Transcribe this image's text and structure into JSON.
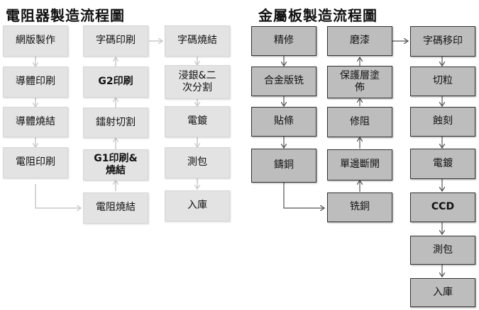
{
  "left_chart": {
    "title": "電阻器製造流程圖",
    "steps": {
      "n1": "網版製作",
      "n2": "導體印刷",
      "n3": "導體燒結",
      "n4": "電阻印刷",
      "n5": "電阻燒結",
      "n6": "G1印刷&\n燒結",
      "n7": "鐳射切割",
      "n8": "G2印刷",
      "n9": "字碼印刷",
      "n10": "字碼燒結",
      "n11": "浸銀&二\n次分割",
      "n12": "電鍍",
      "n13": "測包",
      "n14": "入庫"
    }
  },
  "right_chart": {
    "title": "金屬板製造流程圖",
    "steps": {
      "m1": "精修",
      "m2": "合金版铣",
      "m3": "貼條",
      "m4": "鑄銅",
      "m5": "铣銅",
      "m6": "單邊斷開",
      "m7": "修阻",
      "m8": "保護層塗\n佈",
      "m9": "磨漆",
      "m10": "字碼移印",
      "m11": "切粒",
      "m12": "蝕刻",
      "m13": "電鍍",
      "m14": "CCD",
      "m15": "測包",
      "m16": "入庫"
    }
  },
  "colors": {
    "light_box": "#e3e3e3",
    "dark_box": "#bdbdbd",
    "light_arrow": "#c8c8c8",
    "dark_arrow": "#555555"
  }
}
